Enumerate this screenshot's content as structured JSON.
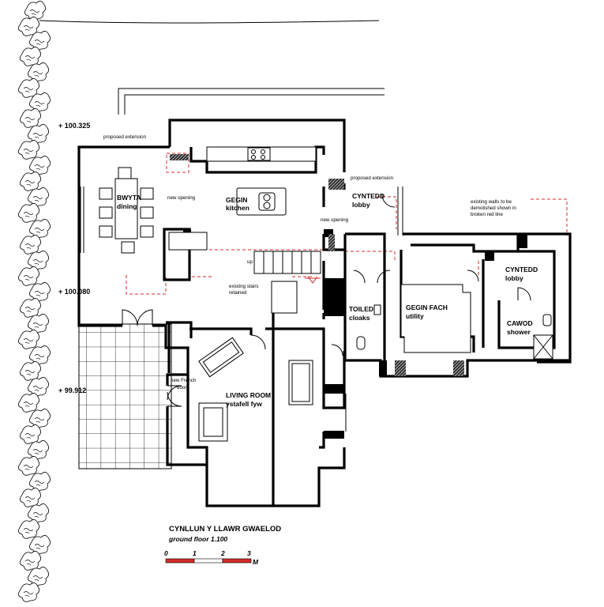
{
  "rooms": {
    "bwyta": "BWYTA",
    "dining": "dining",
    "gegin": "GEGIN",
    "kitchen": "kitchen",
    "cyntedd_1": "CYNTEDD",
    "lobby_1": "lobby",
    "toiled": "TOILED",
    "cloaks": "cloaks",
    "gegin_fach": "GEGIN FACH",
    "utility": "utility",
    "cyntedd_2": "CYNTEDD",
    "lobby_2": "lobby",
    "cawod": "CAWOD",
    "shower": "shower",
    "living_room": "LIVING ROOM",
    "ystafell": "ystafell fyw"
  },
  "notes": {
    "proposed_extension_1": "proposed extension",
    "proposed_extension_2": "proposed extension",
    "new_opening_1": "new opening",
    "new_opening_2": "new opening",
    "up": "up",
    "stairs_1": "existing stairs",
    "stairs_2": "retained",
    "french_1": "new French",
    "french_2": "doors",
    "demolish_1": "existing walls to be",
    "demolish_2": "demolished shown in",
    "demolish_3": "broken red line"
  },
  "levels": {
    "l1": "+ 100.325",
    "l2": "+ 100.080",
    "l3": "+ 99.912"
  },
  "title": {
    "main": "CYNLLUN Y LLAWR GWAELOD",
    "sub": "ground floor 1.100"
  },
  "scale_bar": {
    "ticks": [
      "0",
      "1",
      "2",
      "3"
    ],
    "unit": "M",
    "colors": [
      "#d42a2a",
      "#ffffff",
      "#d42a2a"
    ]
  },
  "colors": {
    "walls": "#000000",
    "demolition": "#d42a2a",
    "hatch": "#555555"
  }
}
